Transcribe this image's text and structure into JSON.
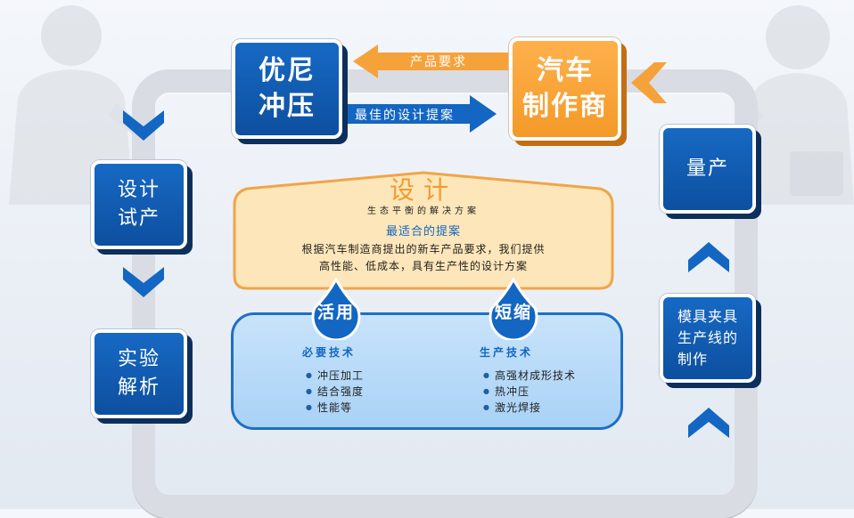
{
  "nodes": {
    "youni": {
      "line1": "优尼",
      "line2": "冲压"
    },
    "oem": {
      "line1": "汽车",
      "line2": "制作商"
    },
    "prototype": {
      "line1": "设计",
      "line2": "试产"
    },
    "test": {
      "line1": "实验",
      "line2": "解析"
    },
    "mass": {
      "label": "量产"
    },
    "tooling": {
      "line1": "模具夹具",
      "line2": "生产线的",
      "line3": "制作"
    }
  },
  "arrows": {
    "requirement": "产品要求",
    "proposal": "最佳的设计提案"
  },
  "design": {
    "title": "设计",
    "subtitle": "生态平衡的解决方案",
    "heading": "最适合的提案",
    "body_line1": "根据汽车制造商提出的新车产品要求，我们提供",
    "body_line2": "高性能、低成本，具有生产性的设计方案"
  },
  "drops": {
    "left": "活用",
    "right": "短缩"
  },
  "tech": {
    "left_title": "必要技术",
    "left_items": [
      "冲压加工",
      "结合强度",
      "性能等"
    ],
    "right_title": "生产技术",
    "right_items": [
      "高强材成形技术",
      "热冲压",
      "激光焊接"
    ]
  },
  "colors": {
    "blue": "#1366c2",
    "orange": "#f6a23a",
    "track": "#d9dde3",
    "design_fill": "#fde6b9",
    "tech_fill": "#b7daf8"
  }
}
